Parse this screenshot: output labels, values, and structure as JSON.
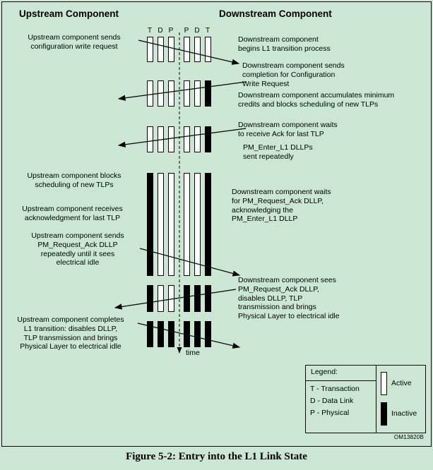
{
  "headers": {
    "upstream": "Upstream Component",
    "downstream": "Downstream Component"
  },
  "columns": [
    "T",
    "D",
    "P",
    "P",
    "D",
    "T"
  ],
  "time_label": "time",
  "part_number": "OM13820B",
  "caption": "Figure 5-2:  Entry into the L1 Link State",
  "left_annotations": [
    "Upstream component sends\nconfiguration write request",
    "Upstream component blocks\nscheduling of new TLPs",
    "Upstream component receives\nacknowledgment for last TLP",
    "Upstream component sends\nPM_Request_Ack DLLP\nrepeatedly until it sees\nelectrical idle",
    "Upstream component completes\nL1 transition: disables DLLP,\nTLP transmission and brings\nPhysical Layer to electrical idle"
  ],
  "right_annotations": [
    "Downstream component\nbegins L1 transition process",
    "Downstream component sends\ncompletion for Configuration\nWrite Request",
    "Downstream component accumulates minimum\ncredits and blocks scheduling of new TLPs",
    "Downstream component waits\nto receive Ack for last TLP",
    "PM_Enter_L1 DLLPs\nsent repeatedly",
    "Downstream component waits\nfor PM_Request_Ack DLLP,\nacknowledging the\nPM_Enter_L1 DLLP",
    "Downstream component sees\nPM_Request_Ack DLLP,\ndisables DLLP, TLP\ntransmission and brings\nPhysical Layer to electrical idle"
  ],
  "bar_groups": [
    {
      "states": [
        "active",
        "active",
        "active",
        "active",
        "active",
        "active"
      ]
    },
    {
      "states": [
        "active",
        "active",
        "active",
        "active",
        "active",
        "inactive"
      ]
    },
    {
      "states": [
        "active",
        "active",
        "active",
        "active",
        "active",
        "inactive"
      ]
    },
    {
      "states": [
        "inactive",
        "active",
        "active",
        "active",
        "active",
        "inactive"
      ]
    },
    {
      "states": [
        "inactive",
        "active",
        "active",
        "inactive",
        "inactive",
        "inactive"
      ]
    },
    {
      "states": [
        "inactive",
        "inactive",
        "inactive",
        "inactive",
        "inactive",
        "inactive"
      ]
    }
  ],
  "legend": {
    "title": "Legend:",
    "layer_labels": [
      "T - Transaction",
      "D - Data Link",
      "P - Physical"
    ],
    "active_label": "Active",
    "inactive_label": "Inactive"
  },
  "colors": {
    "background": "#cbe7d3",
    "active_bar": "#ffffff",
    "inactive_bar": "#000000"
  }
}
